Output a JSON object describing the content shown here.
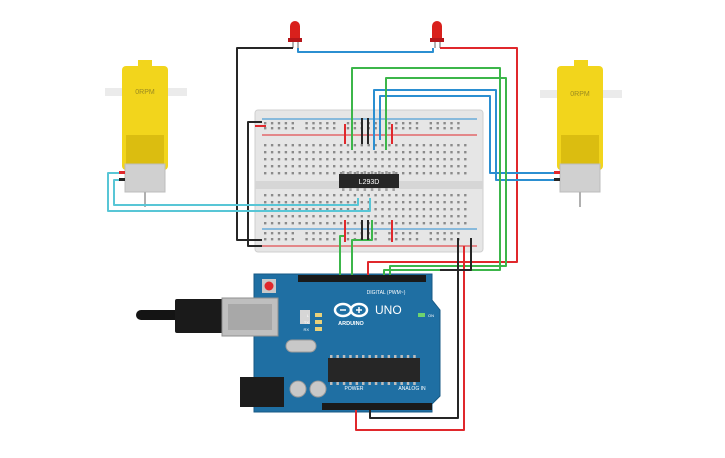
{
  "components": {
    "motor_left": {
      "rpm_label": "0RPM",
      "body_color": "#f2d51c"
    },
    "motor_right": {
      "rpm_label": "0RPM",
      "body_color": "#f2d51c"
    },
    "led_left": {
      "color": "#d9201c"
    },
    "led_right": {
      "color": "#d9201c"
    },
    "driver_ic": {
      "label": "L293D"
    },
    "arduino": {
      "logo_text": "ARDUINO",
      "model": "UNO",
      "digital_header_label": "DIGITAL (PWM~)",
      "power_label": "POWER",
      "analog_label": "ANALOG IN",
      "led_labels": {
        "l": "L",
        "tx": "TX",
        "rx": "RX",
        "on": "ON"
      },
      "board_color": "#1f6fa3"
    }
  },
  "wire_colors": {
    "red": "#e0282c",
    "black": "#262626",
    "blue": "#2b8fd1",
    "green": "#3cb64a",
    "cyan": "#58c6d6"
  }
}
